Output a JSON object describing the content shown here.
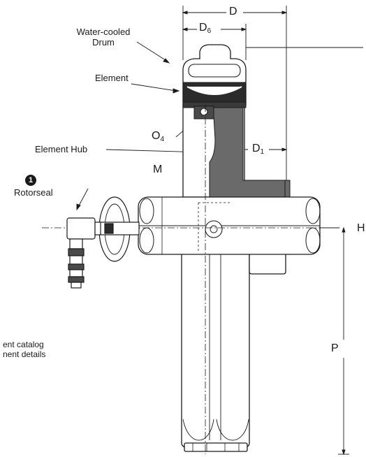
{
  "callouts": {
    "water_cooled_drum_line1": "Water-cooled",
    "water_cooled_drum_line2": "Drum",
    "element": "Element",
    "element_hub": "Element Hub",
    "rotorseal": "Rotorseal",
    "rotorseal_badge": "1"
  },
  "dimensions": {
    "d": "D",
    "d6_base": "D",
    "d6_sub": "6",
    "o4_base": "O",
    "o4_sub": "4",
    "d1_base": "D",
    "d1_sub": "1",
    "m": "M",
    "h": "H",
    "p": "P"
  },
  "note": {
    "line1": "ent catalog",
    "line2": "nent details"
  },
  "colors": {
    "line": "#1a1a1a",
    "hub_fill": "#6a6a6a",
    "element_fill": "#2b2b2b",
    "body_fill": "#ffffff"
  }
}
